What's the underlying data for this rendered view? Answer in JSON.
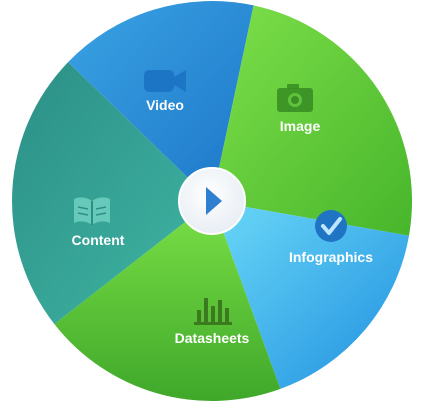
{
  "diagram": {
    "segments": [
      {
        "id": "video",
        "label": "Video",
        "icon": "video-camera-icon",
        "color": "#2f8fd8"
      },
      {
        "id": "image",
        "label": "Image",
        "icon": "camera-icon",
        "color": "#5fcf3a"
      },
      {
        "id": "infographics",
        "label": "Infographics",
        "icon": "checkmark-badge-icon",
        "color": "#3fb2ee"
      },
      {
        "id": "datasheets",
        "label": "Datasheets",
        "icon": "bar-chart-icon",
        "color": "#5fcf3a"
      },
      {
        "id": "content",
        "label": "Content",
        "icon": "open-book-icon",
        "color": "#2f9e8e"
      }
    ],
    "center_icon": "play-icon",
    "center_color": "#2f7fd0"
  }
}
